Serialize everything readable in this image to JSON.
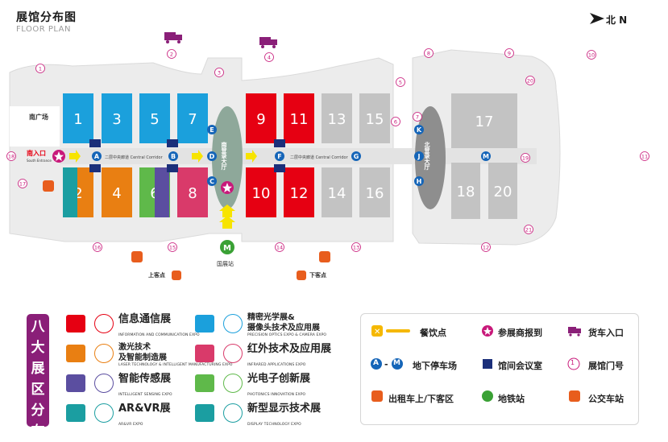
{
  "header": {
    "title": "展馆分布图",
    "subtitle": "FLOOR PLAN",
    "north": "北 N"
  },
  "halls": [
    {
      "id": "1",
      "color": "#1ba0dc"
    },
    {
      "id": "3",
      "color": "#1ba0dc"
    },
    {
      "id": "5",
      "color": "#1ba0dc"
    },
    {
      "id": "7",
      "color": "#1ba0dc"
    },
    {
      "id": "2",
      "color": "#e97f12"
    },
    {
      "id": "4",
      "color": "#e97f12"
    },
    {
      "id": "6",
      "color": "#5fb94a"
    },
    {
      "id": "8",
      "color": "#d93a6a"
    },
    {
      "id": "9",
      "color": "#e60012"
    },
    {
      "id": "11",
      "color": "#e60012"
    },
    {
      "id": "10",
      "color": "#e60012"
    },
    {
      "id": "12",
      "color": "#e60012"
    },
    {
      "id": "13",
      "color": "#c3c3c3"
    },
    {
      "id": "15",
      "color": "#c3c3c3"
    },
    {
      "id": "14",
      "color": "#c3c3c3"
    },
    {
      "id": "16",
      "color": "#c3c3c3"
    },
    {
      "id": "17",
      "color": "#c3c3c3"
    },
    {
      "id": "18",
      "color": "#c3c3c3"
    },
    {
      "id": "20",
      "color": "#c3c3c3"
    }
  ],
  "map_labels": {
    "south_square": "南广场",
    "south_entrance_cn": "南入口",
    "south_entrance_en": "South Entrance",
    "corridor1": "二层中央廊道 Central Corridor",
    "corridor2": "二层中央廊道 Central Corridor",
    "south_hall": "南登录大厅",
    "north_hall": "北登录大厅",
    "metro_station": "国展站",
    "pickup": "上客点",
    "dropoff": "下客点"
  },
  "parking_letters": [
    "A",
    "B",
    "C",
    "D",
    "E",
    "F",
    "G",
    "H",
    "J",
    "K",
    "M"
  ],
  "gate_numbers": [
    "1",
    "2",
    "3",
    "4",
    "5",
    "6",
    "7",
    "8",
    "9",
    "10",
    "11",
    "12",
    "13",
    "14",
    "15",
    "16",
    "17",
    "18",
    "19",
    "20",
    "21"
  ],
  "legend_banner": "八大展区分布",
  "legend_left": [
    {
      "color": "#e60012",
      "cn": "信息通信展",
      "en": "INFORMATION AND COMMUNICATION EXPO",
      "icon": "antenna-icon"
    },
    {
      "color": "#e97f12",
      "cn": "激光技术\n及智能制造展",
      "en": "LASER TECHNOLOGY & INTELLIGENT MANUFACTURING EXPO",
      "icon": "laser-icon"
    },
    {
      "color": "#5b4ea0",
      "cn": "智能传感展",
      "en": "INTELLIGENT SENSING EXPO",
      "icon": "eye-icon"
    },
    {
      "color": "#1b9ea1",
      "cn": "AR&VR展",
      "en": "AR&VR EXPO",
      "icon": "vr-headset-icon"
    }
  ],
  "legend_right": [
    {
      "color": "#1ba0dc",
      "cn": "精密光学展&\n摄像头技术及应用展",
      "en": "PRECISION OPTICS EXPO & CAMERA EXPO",
      "icon": "lens-icon"
    },
    {
      "color": "#d93a6a",
      "cn": "红外技术及应用展",
      "en": "INFRARED APPLICATIONS EXPO",
      "icon": "infrared-icon"
    },
    {
      "color": "#5fb94a",
      "cn": "光电子创新展",
      "en": "PHOTONICS INNOVATION EXPO",
      "icon": "network-icon"
    },
    {
      "color": "#1b9ea1",
      "cn": "新型显示技术展",
      "en": "DISPLAY TECHNOLOGY EXPO",
      "icon": "display-icon"
    }
  ],
  "facilities": {
    "dining": "餐饮点",
    "exhibitor_reg": "参展商报到",
    "truck_entry": "货车入口",
    "parking_a": "A",
    "parking_m": "M",
    "parking_dash": "-",
    "parking": "地下停车场",
    "meeting": "馆间会议室",
    "gate": "展馆门号",
    "gate_sample": "1",
    "taxi": "出租车上/下客区",
    "metro": "地铁站",
    "bus": "公交车站"
  },
  "colors": {
    "accent": "#8a1f78",
    "parking_blue": "#1565b8",
    "meeting_navy": "#1b2f7a",
    "gate_pink": "#c8197a",
    "corridor": "#e3e3e3",
    "lobby": "#8ea89a",
    "arrow_yellow": "#f7e400"
  }
}
